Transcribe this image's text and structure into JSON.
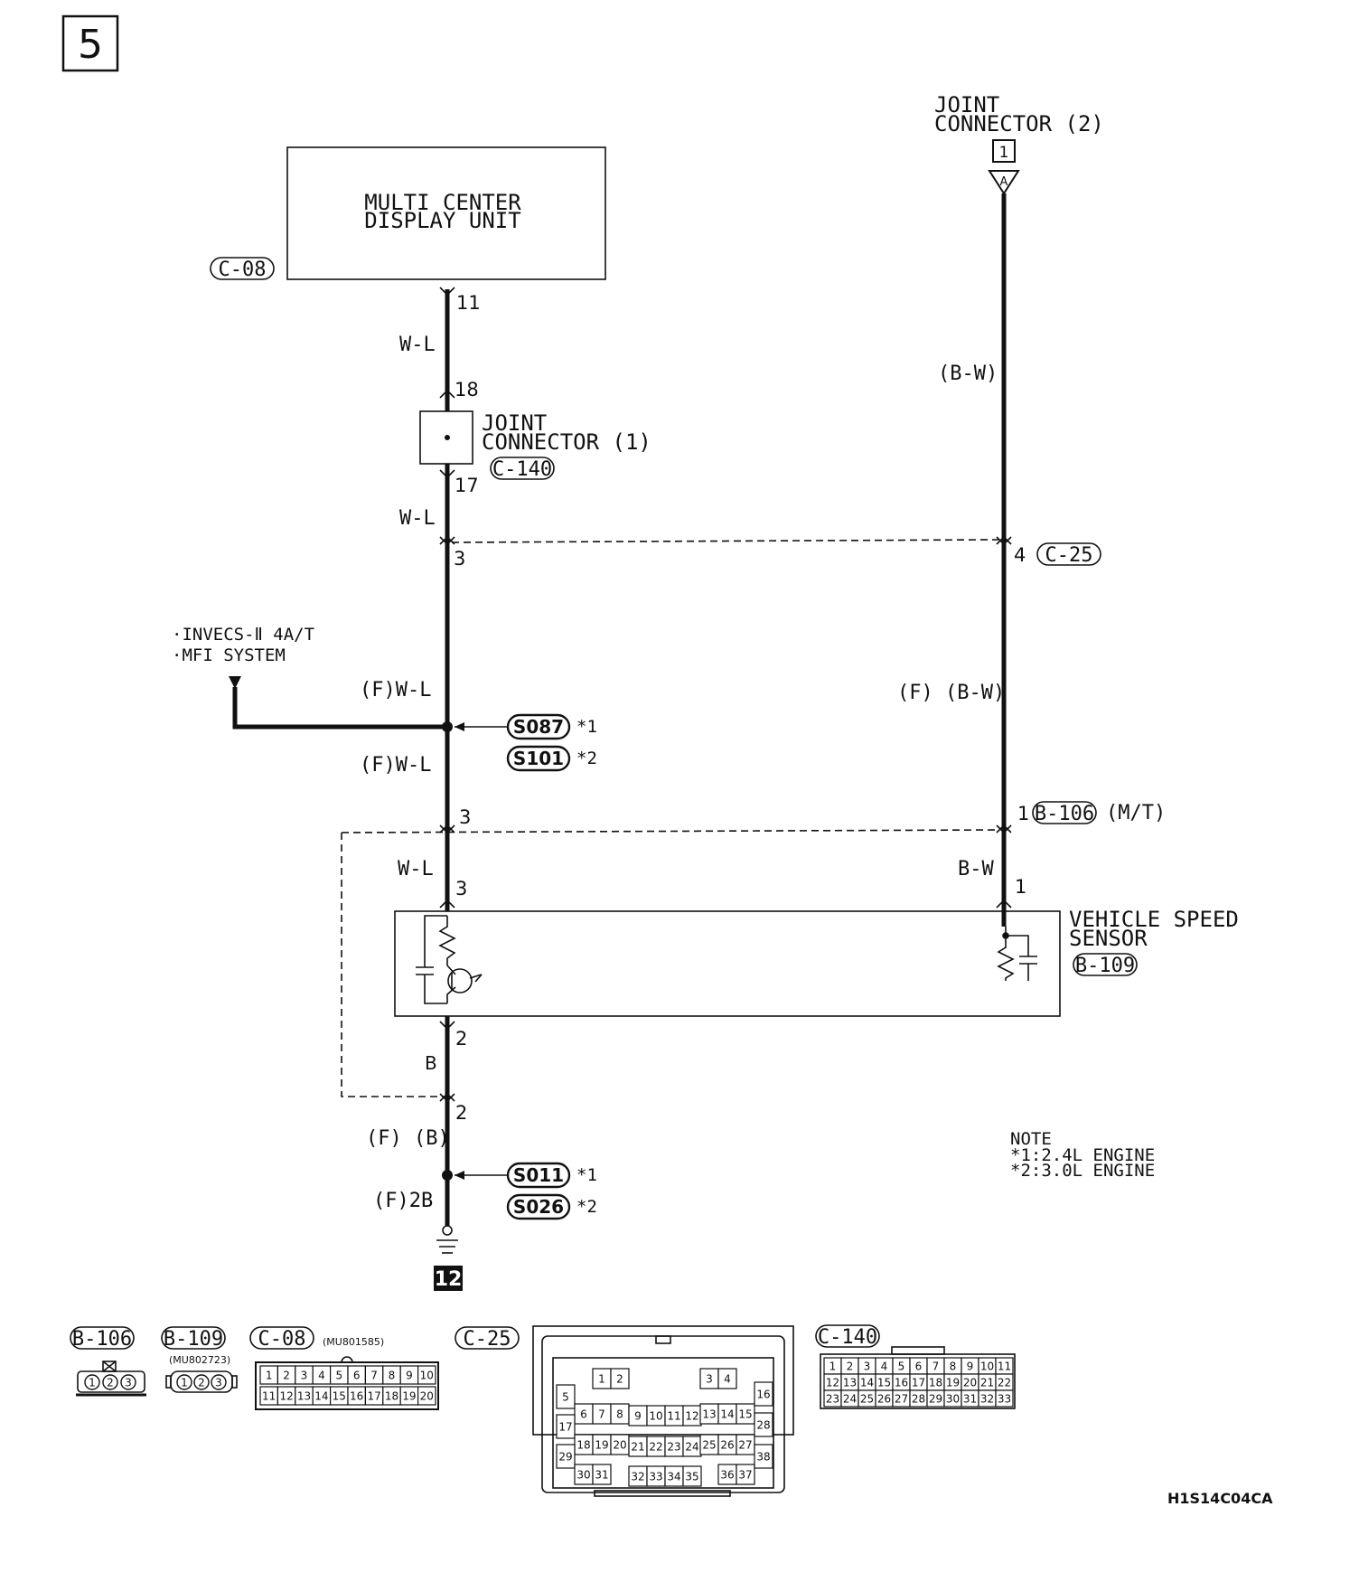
{
  "page_number": "5",
  "components": {
    "display_unit": {
      "line1": "MULTI CENTER",
      "line2": "DISPLAY UNIT",
      "connector": "C-08"
    },
    "joint_connector_1": {
      "line1": "JOINT",
      "line2": "CONNECTOR (1)",
      "connector": "C-140"
    },
    "joint_connector_2": {
      "line1": "JOINT",
      "line2": "CONNECTOR (2)",
      "ref_box": "1",
      "ref_letter": "A"
    },
    "vehicle_speed_sensor": {
      "line1": "VEHICLE SPEED",
      "line2": "SENSOR",
      "connector": "B-109"
    },
    "ground": {
      "number": "12"
    }
  },
  "pins": {
    "c08_11": "11",
    "c140_18": "18",
    "c140_17": "17",
    "left_3a": "3",
    "left_3b": "3",
    "left_3c": "3",
    "left_2a": "2",
    "left_2b": "2",
    "right_4": "4",
    "right_1a": "1",
    "right_1b": "1"
  },
  "wires": {
    "wl_1": "W-L",
    "wl_2": "W-L",
    "fwl_1": "(F)W-L",
    "fwl_2": "(F)W-L",
    "wl_3": "W-L",
    "b": "B",
    "fb": "(F) (B)",
    "f2b": "(F)2B",
    "bw_1": "(B-W)",
    "fbw": "(F) (B-W)",
    "bw_2": "B-W"
  },
  "intermediate_connectors": {
    "c25": "C-25",
    "b106": "B-106",
    "b106_note": "(M/T)"
  },
  "branch": {
    "line1": "·INVECS-Ⅱ 4A/T",
    "line2": "·MFI SYSTEM"
  },
  "splices": {
    "upper_1": "S087",
    "upper_1_mark": "*1",
    "upper_2": "S101",
    "upper_2_mark": "*2",
    "lower_1": "S011",
    "lower_1_mark": "*1",
    "lower_2": "S026",
    "lower_2_mark": "*2"
  },
  "note": {
    "title": "NOTE",
    "line1": "*1:2.4L ENGINE",
    "line2": "*2:3.0L ENGINE"
  },
  "connector_views": {
    "b106": {
      "label": "B-106"
    },
    "b109": {
      "label": "B-109",
      "part": "(MU802723)"
    },
    "c08": {
      "label": "C-08",
      "part": "(MU801585)"
    },
    "c25": {
      "label": "C-25"
    },
    "c140": {
      "label": "C-140"
    }
  },
  "diagram_code": "H1S14C04CA"
}
